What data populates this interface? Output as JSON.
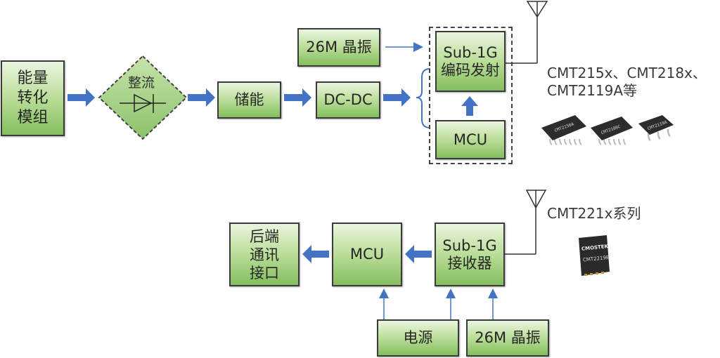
{
  "diagram": {
    "transmitter": {
      "energy_module": "能量\n转化\n模组",
      "rectifier": "整流",
      "storage": "储能",
      "dcdc": "DC-DC",
      "crystal": "26M 晶振",
      "rf_tx": "Sub-1G\n编码发射",
      "mcu": "MCU",
      "chip_caption": "CMT215x、CMT218x、\nCMT2119A等",
      "chips": [
        "CMT2150A",
        "CMT2180C",
        "CMT2119A"
      ]
    },
    "receiver": {
      "backend_interface": "后端\n通讯\n接口",
      "mcu": "MCU",
      "rf_rx": "Sub-1G\n接收器",
      "power": "电源",
      "crystal": "26M 晶振",
      "chip_caption": "CMT221x系列",
      "chip_brand": "CMOSTEK",
      "chip_model": "CMT2219B"
    },
    "colors": {
      "arrow": "#4472c4",
      "box_border": "#3a3a3a",
      "box_fill_top": "#eaf5df",
      "box_fill_bottom": "#84bf5d"
    }
  }
}
